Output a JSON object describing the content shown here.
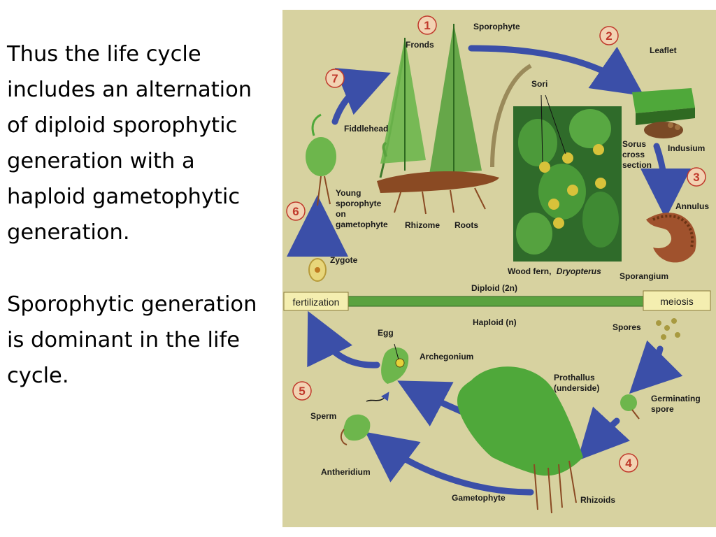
{
  "text": {
    "paragraph_1": "Thus the life cycle includes an alternation of diploid sporophytic generation with a haploid gametophytic generation.",
    "paragraph_2": "Sporophytic generation is dominant in the life cycle."
  },
  "diagram": {
    "labels": {
      "sporophyte": "Sporophyte",
      "fronds": "Fronds",
      "leaflet": "Leaflet",
      "sori": "Sori",
      "fiddlehead": "Fiddlehead",
      "sorus_1": "Sorus",
      "sorus_2": "cross",
      "sorus_3": "section",
      "indusium": "Indusium",
      "annulus": "Annulus",
      "young_1": "Young",
      "young_2": "sporophyte",
      "young_3": "on",
      "young_4": "gametophyte",
      "rhizome": "Rhizome",
      "roots": "Roots",
      "zygote": "Zygote",
      "wood_fern_prefix": "Wood fern,",
      "wood_fern_genus": "Dryopterus",
      "sporangium": "Sporangium",
      "diploid": "Diploid (2n)",
      "fertilization": "fertilization",
      "meiosis": "meiosis",
      "haploid": "Haploid (n)",
      "egg": "Egg",
      "spores": "Spores",
      "archegonium": "Archegonium",
      "prothallus_1": "Prothallus",
      "prothallus_2": "(underside)",
      "germinating_1": "Germinating",
      "germinating_2": "spore",
      "sperm": "Sperm",
      "antheridium": "Antheridium",
      "gametophyte": "Gametophyte",
      "rhizoids": "Rhizoids"
    },
    "step_numbers": [
      "1",
      "2",
      "3",
      "4",
      "5",
      "6",
      "7"
    ],
    "colors": {
      "background": "#d7d2a0",
      "step_circle": "#f2d3b3",
      "step_text": "#c0392b",
      "arrow": "#3b4fa8",
      "plant_green": "#4fa83a",
      "rhizome_brown": "#8a4a23",
      "label_box": "#f4eeb0"
    }
  }
}
